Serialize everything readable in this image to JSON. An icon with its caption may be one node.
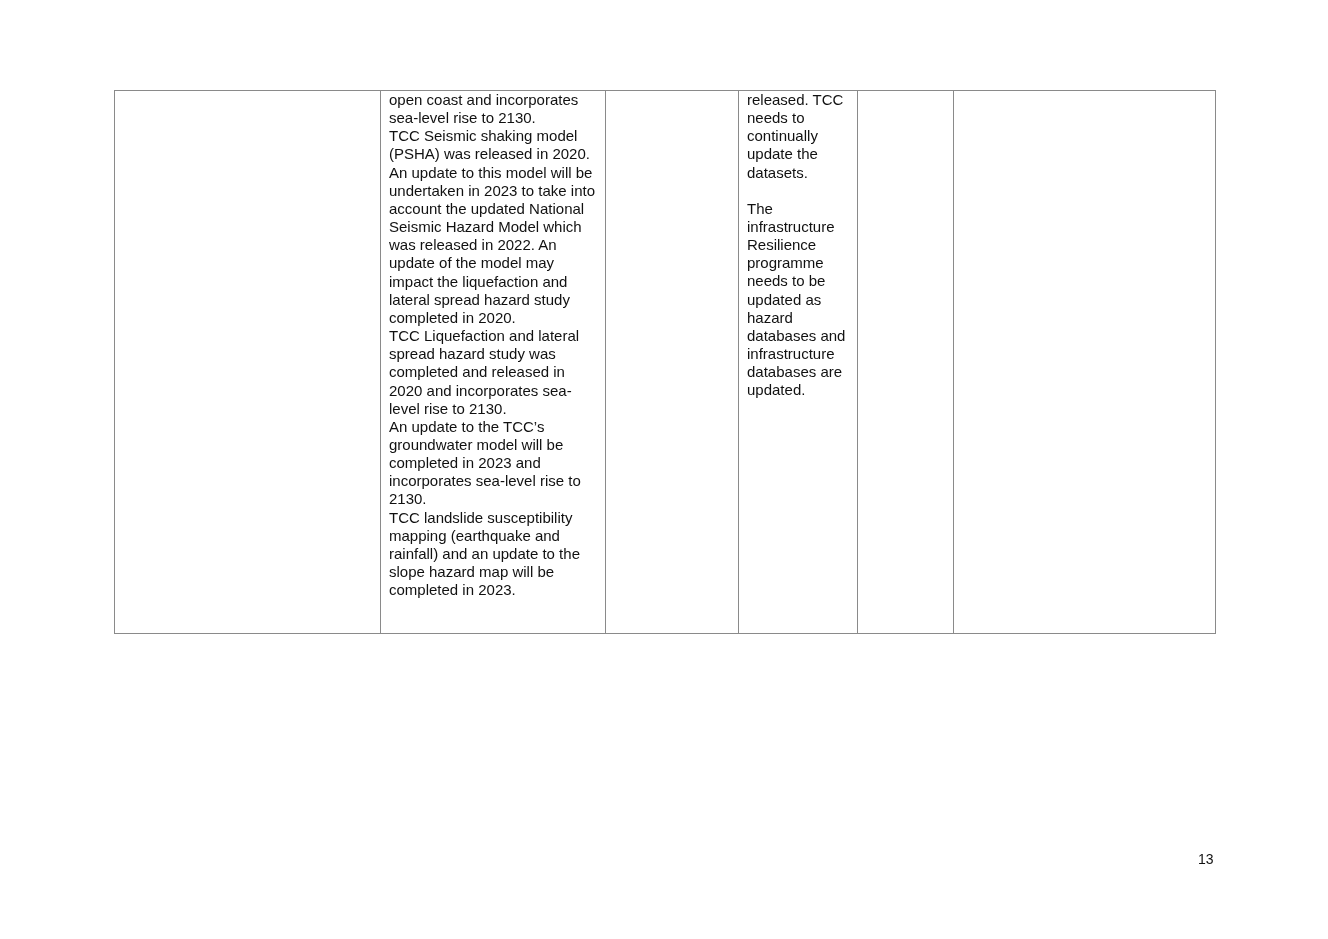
{
  "diagram": {
    "labels": [
      "open coast and incorporates sea-level rise to 2130.",
      "TCC Seismic shaking model (PSHA) was released in 2020. An update to this model will be undertaken in 2023 to take into account the updated National Seismic Hazard Model which was released in 2022. An update of the model may impact the liquefaction and lateral spread hazard study completed in 2020.",
      "TCC Liquefaction and lateral spread hazard study was completed and released in 2020 and incorporates sea-level rise to 2130.",
      "An update to the TCC’s groundwater model will be completed in 2023 and incorporates sea-level rise to 2130.",
      "TCC landslide susceptibility mapping (earthquake and rainfall) and an update to the slope hazard map will be completed in 2023.",
      "released. TCC needs to continually update the datasets.",
      "The infrastructure Resilience programme needs to be updated as hazard databases and infrastructure databases are updated.",
      "13"
    ]
  }
}
